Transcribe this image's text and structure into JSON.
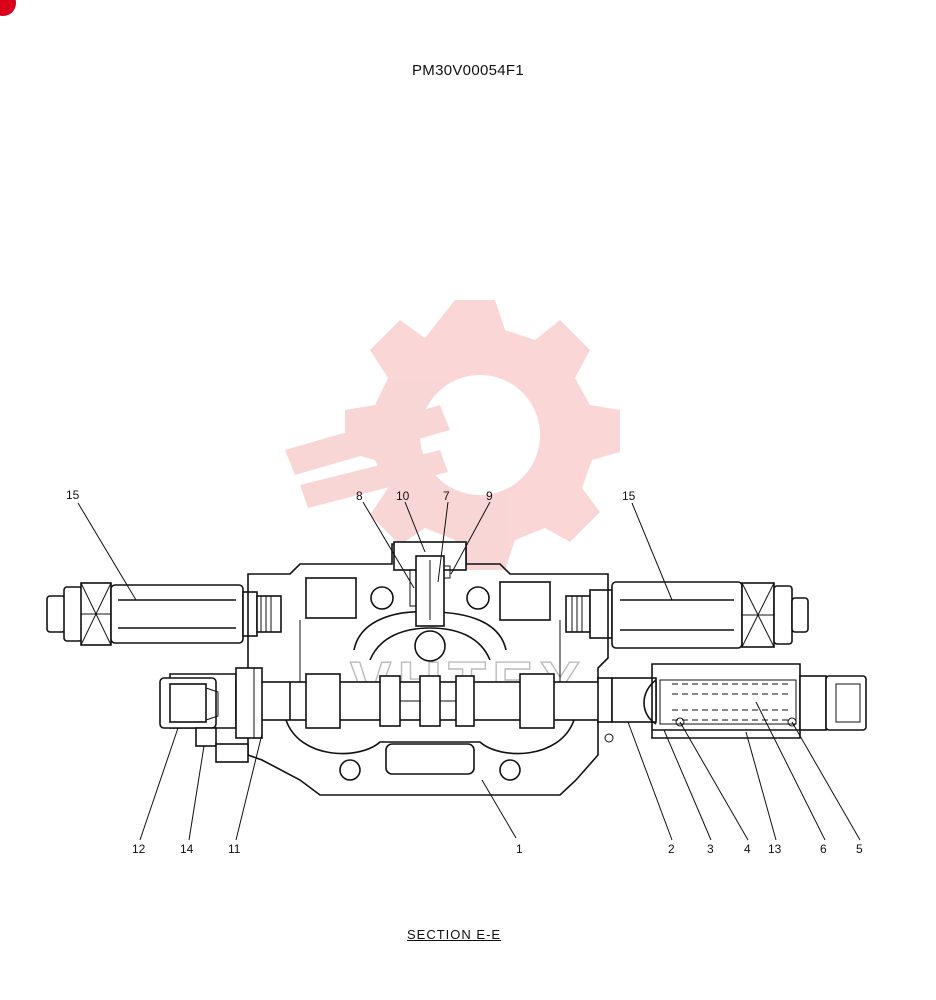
{
  "header": {
    "doc_code": "PM30V00054F1"
  },
  "footer": {
    "section_title": "SECTION E-E"
  },
  "colors": {
    "watermark": "#f5b5b5",
    "badge": "#d9001b",
    "line": "#111111"
  },
  "watermark": {
    "text": "VHTEX"
  },
  "callouts": {
    "c15_left": "15",
    "c8": "8",
    "c10": "10",
    "c7": "7",
    "c9": "9",
    "c15_right": "15",
    "c12": "12",
    "c14": "14",
    "c11": "11",
    "c1": "1",
    "c2": "2",
    "c3": "3",
    "c4": "4",
    "c13": "13",
    "c6": "6",
    "c5": "5"
  }
}
